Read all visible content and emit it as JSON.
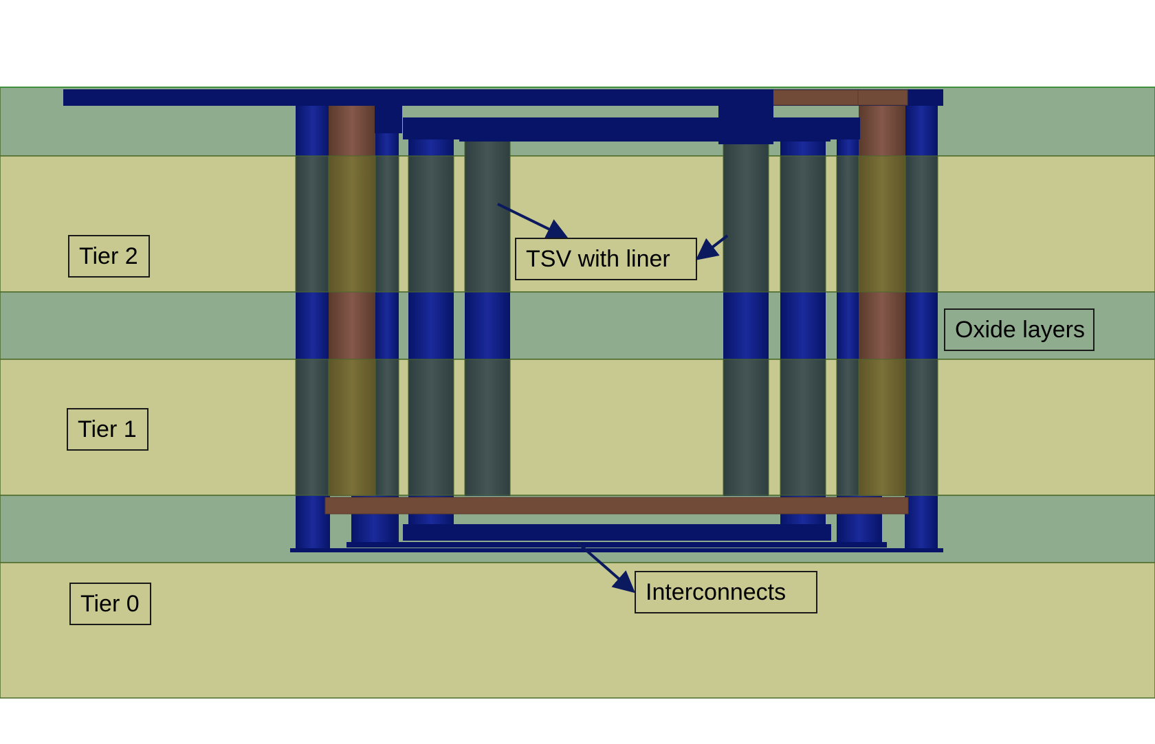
{
  "labels": {
    "tier2": "Tier 2",
    "tier1": "Tier 1",
    "tier0": "Tier 0",
    "tsv": "TSV with liner",
    "oxide": "Oxide layers",
    "interconnects": "Interconnects"
  },
  "colors": {
    "oxide": "#8fac8f",
    "silicon": "#c8c891",
    "metal_blue": "#0d1a7a",
    "metal_blue_dark": "#071468",
    "copper": "#714a38",
    "tsv_liner": "#3a4a4a",
    "tsv_copper_through_silicon": "#6e6430",
    "arrow": "#0b1a5e",
    "layer_border": "#4a6a2a"
  }
}
